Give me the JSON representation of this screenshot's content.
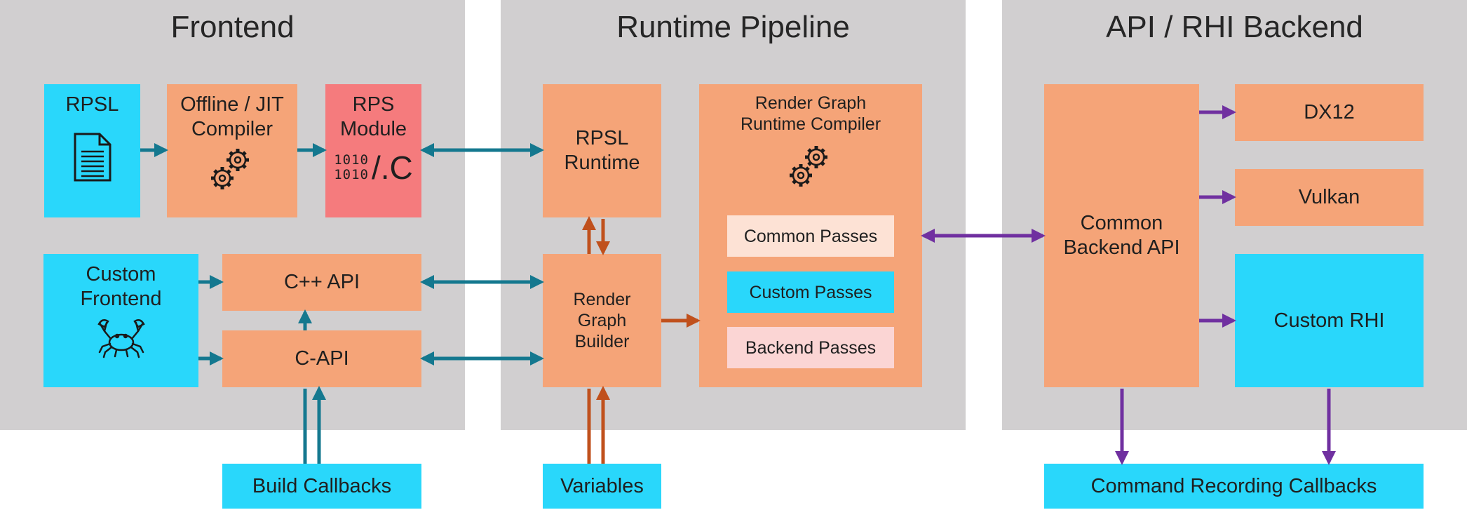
{
  "panels": {
    "frontend": "Frontend",
    "runtime": "Runtime Pipeline",
    "backend": "API / RHI Backend"
  },
  "nodes": {
    "rpsl": "RPSL",
    "compiler_line1": "Offline / JIT",
    "compiler_line2": "Compiler",
    "rps_module_line1": "RPS",
    "rps_module_line2": "Module",
    "rps_module_binary_1": "1010",
    "rps_module_binary_2": "1010",
    "rps_module_ext": "/.C",
    "custom_frontend_line1": "Custom",
    "custom_frontend_line2": "Frontend",
    "cpp_api": "C++ API",
    "c_api": "C-API",
    "rpsl_runtime_line1": "RPSL",
    "rpsl_runtime_line2": "Runtime",
    "rgb_line1": "Render",
    "rgb_line2": "Graph",
    "rgb_line3": "Builder",
    "rgrc_line1": "Render Graph",
    "rgrc_line2": "Runtime Compiler",
    "common_passes": "Common Passes",
    "custom_passes": "Custom Passes",
    "backend_passes": "Backend Passes",
    "common_backend_line1": "Common",
    "common_backend_line2": "Backend API",
    "dx12": "DX12",
    "vulkan": "Vulkan",
    "custom_rhi": "Custom RHI",
    "build_callbacks": "Build Callbacks",
    "variables": "Variables",
    "command_recording": "Command Recording Callbacks"
  },
  "icons": {
    "rpsl": "document-icon",
    "compiler": "gears-icon",
    "custom_frontend": "crab-icon",
    "rgrc": "gears-icon"
  },
  "colors": {
    "panel": "#d1cfd0",
    "orange": "#f5a478",
    "cyan": "#29d7fb",
    "module_red": "#f57b7d",
    "teal_arrow": "#14788f",
    "rust_arrow": "#c0501c",
    "purple_arrow": "#7030a0"
  }
}
